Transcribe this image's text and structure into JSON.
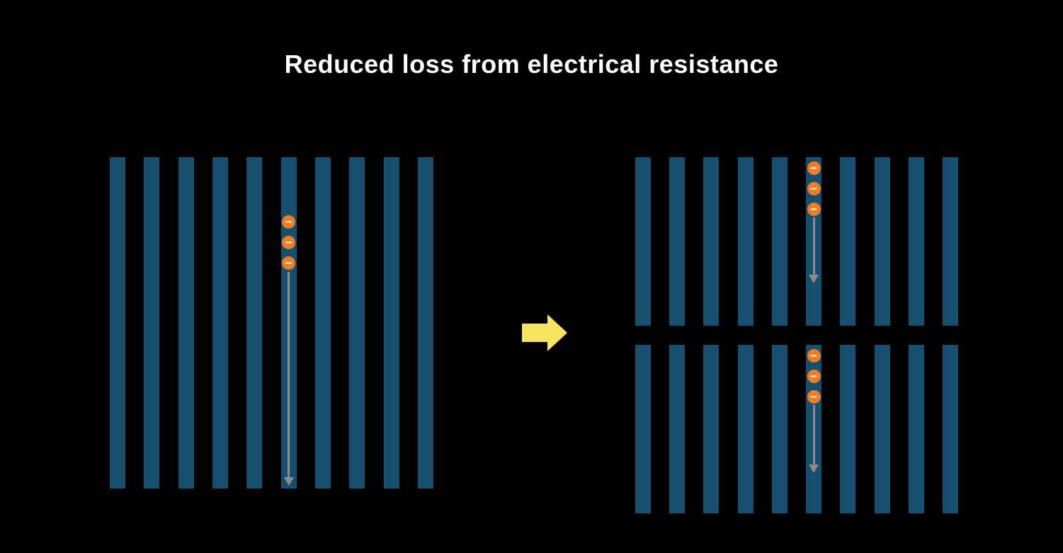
{
  "title": "Reduced loss from electrical resistance",
  "electron_symbol": "−",
  "colors": {
    "background": "#000000",
    "title_text": "#ffffff",
    "bar": "#17506e",
    "electron": "#ee7d23",
    "electron_symbol": "#ffffff",
    "path_arrow": "#8c8c8c",
    "transition_arrow": "#f7e55f"
  },
  "left_panel": {
    "bar_count": 10,
    "electron_count": 3,
    "electron_bar_index": 5
  },
  "right_panels": [
    {
      "bar_count": 10,
      "electron_count": 3,
      "electron_bar_index": 5
    },
    {
      "bar_count": 10,
      "electron_count": 3,
      "electron_bar_index": 5
    }
  ]
}
